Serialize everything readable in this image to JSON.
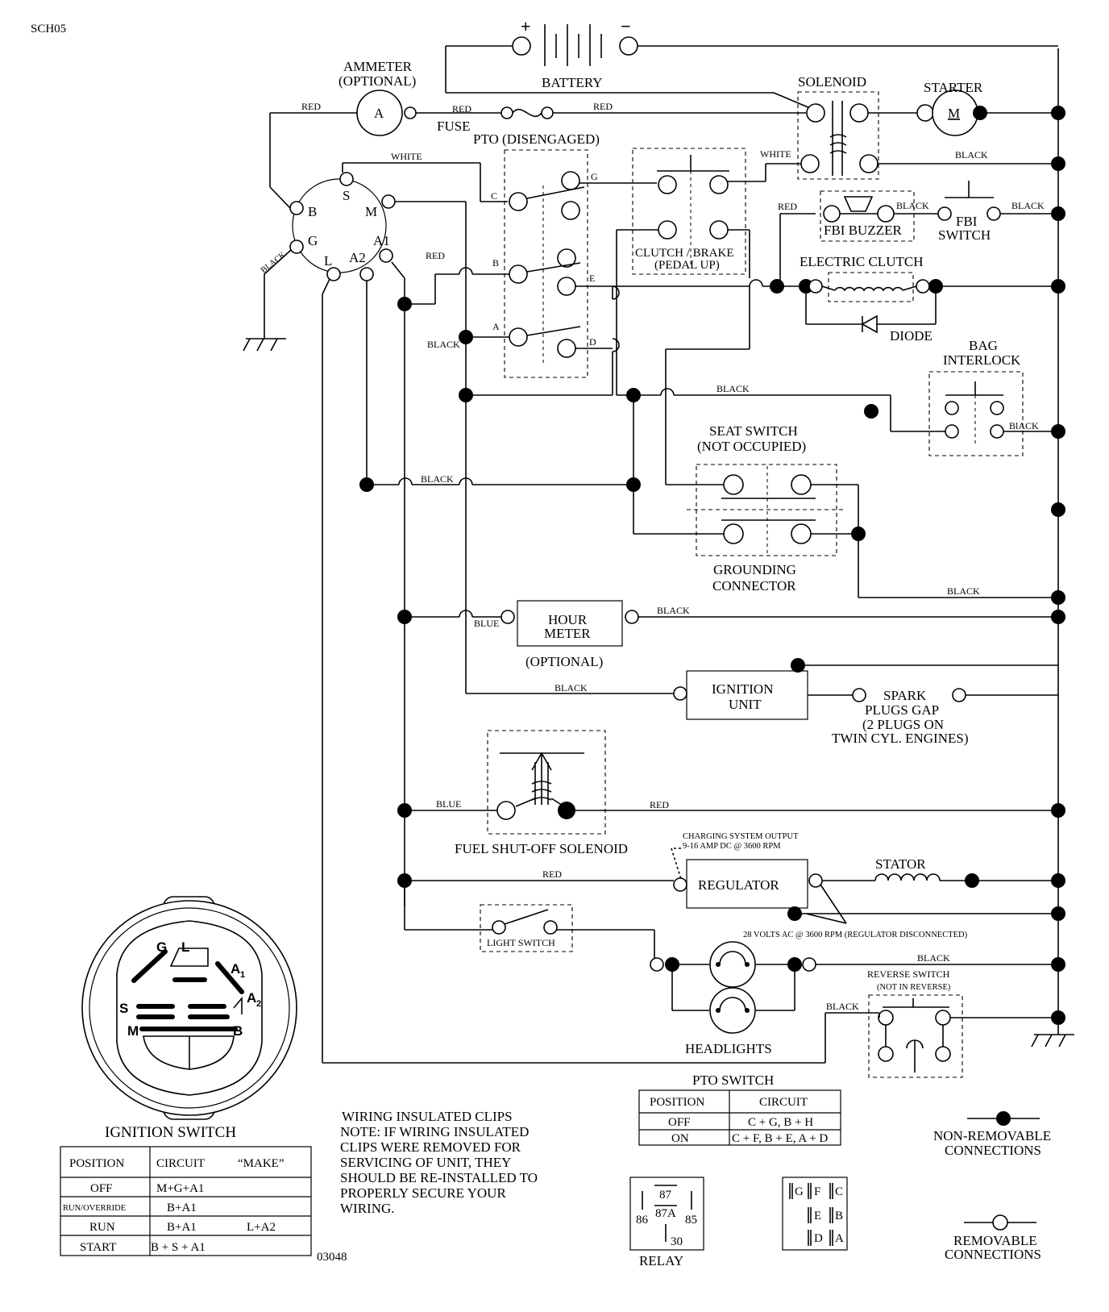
{
  "code": "SCH05",
  "footer_code": "03048",
  "battery": {
    "label": "BATTERY",
    "plus": "+",
    "minus": "−"
  },
  "ammeter": {
    "label1": "AMMETER",
    "label2": "(OPTIONAL)",
    "symbol": "A"
  },
  "fuse": "FUSE",
  "solenoid": "SOLENOID",
  "starter": {
    "label": "STARTER",
    "symbol": "M"
  },
  "pto": {
    "title": "PTO (DISENGAGED)",
    "t_c": "C",
    "t_g": "G",
    "t_b": "B",
    "t_e": "E",
    "t_a": "A",
    "t_d": "D"
  },
  "clutch_brake": {
    "l1": "CLUTCH / BRAKE",
    "l2": "(PEDAL UP)"
  },
  "fbi_buzzer": "FBI BUZZER",
  "fbi_switch": {
    "l1": "FBI",
    "l2": "SWITCH"
  },
  "electric_clutch": "ELECTRIC CLUTCH",
  "diode": "DIODE",
  "bag_interlock": {
    "l1": "BAG",
    "l2": "INTERLOCK"
  },
  "seat_switch": {
    "l1": "SEAT SWITCH",
    "l2": "(NOT OCCUPIED)"
  },
  "grounding_connector": {
    "l1": "GROUNDING",
    "l2": "CONNECTOR"
  },
  "hour_meter": {
    "l1": "HOUR",
    "l2": "METER",
    "l3": "(OPTIONAL)"
  },
  "ignition_unit": {
    "l1": "IGNITION",
    "l2": "UNIT"
  },
  "spark_plugs": {
    "l1": "SPARK",
    "l2": "PLUGS GAP",
    "l3": "(2 PLUGS ON",
    "l4": "TWIN CYL. ENGINES)"
  },
  "fuel_solenoid": "FUEL SHUT-OFF SOLENOID",
  "charging": {
    "l1": "CHARGING SYSTEM OUTPUT",
    "l2": "9-16 AMP DC @ 3600 RPM"
  },
  "regulator": "REGULATOR",
  "stator": "STATOR",
  "volts_note": "28 VOLTS AC @ 3600 RPM (REGULATOR DISCONNECTED)",
  "light_switch": "LIGHT SWITCH",
  "headlights": "HEADLIGHTS",
  "reverse_switch": {
    "l1": "REVERSE SWITCH",
    "l2": "(NOT IN REVERSE)"
  },
  "wire_labels": {
    "red": "RED",
    "black": "BLACK",
    "white": "WHITE",
    "blue": "BLUE",
    "blhack": "BlACK"
  },
  "ignition_terminals": {
    "s": "S",
    "b": "B",
    "m": "M",
    "g": "G",
    "a1": "A1",
    "l": "L",
    "a2": "A2"
  },
  "ignition_face": {
    "g": "G",
    "l": "L",
    "a1": "A",
    "a1_sub": "1",
    "s": "S",
    "a2": "A",
    "a2_sub": "2",
    "m": "M",
    "b": "B"
  },
  "ignition_switch_table": {
    "title": "IGNITION SWITCH",
    "headers": [
      "POSITION",
      "CIRCUIT",
      "“MAKE”"
    ],
    "rows": [
      {
        "position": "OFF",
        "circuit": "M+G+A1",
        "extra": ""
      },
      {
        "position": "RUN/OVERRIDE",
        "circuit": "B+A1",
        "extra": ""
      },
      {
        "position": "RUN",
        "circuit": "B+A1",
        "extra": "L+A2"
      },
      {
        "position": "START",
        "circuit": "B + S + A1",
        "extra": ""
      }
    ]
  },
  "wiring_note": {
    "title": "WIRING INSULATED CLIPS",
    "lines": [
      "NOTE:  IF WIRING INSULATED",
      "CLIPS WERE REMOVED FOR",
      "SERVICING OF UNIT, THEY",
      "SHOULD BE RE-INSTALLED TO",
      "PROPERLY SECURE YOUR",
      "WIRING."
    ]
  },
  "pto_switch_table": {
    "title": "PTO SWITCH",
    "headers": [
      "POSITION",
      "CIRCUIT"
    ],
    "rows": [
      {
        "position": "OFF",
        "circuit": "C + G, B + H"
      },
      {
        "position": "ON",
        "circuit": "C + F, B + E, A + D"
      }
    ]
  },
  "relay": {
    "label": "RELAY",
    "p87": "87",
    "p87a": "87A",
    "p86": "86",
    "p85": "85",
    "p30": "30"
  },
  "pto_connector": {
    "g": "G",
    "f": "F",
    "c": "C",
    "e": "E",
    "b": "B",
    "d": "D",
    "a": "A"
  },
  "legend": {
    "non_removable": {
      "l1": "NON-REMOVABLE",
      "l2": "CONNECTIONS"
    },
    "removable": {
      "l1": "REMOVABLE",
      "l2": "CONNECTIONS"
    }
  }
}
